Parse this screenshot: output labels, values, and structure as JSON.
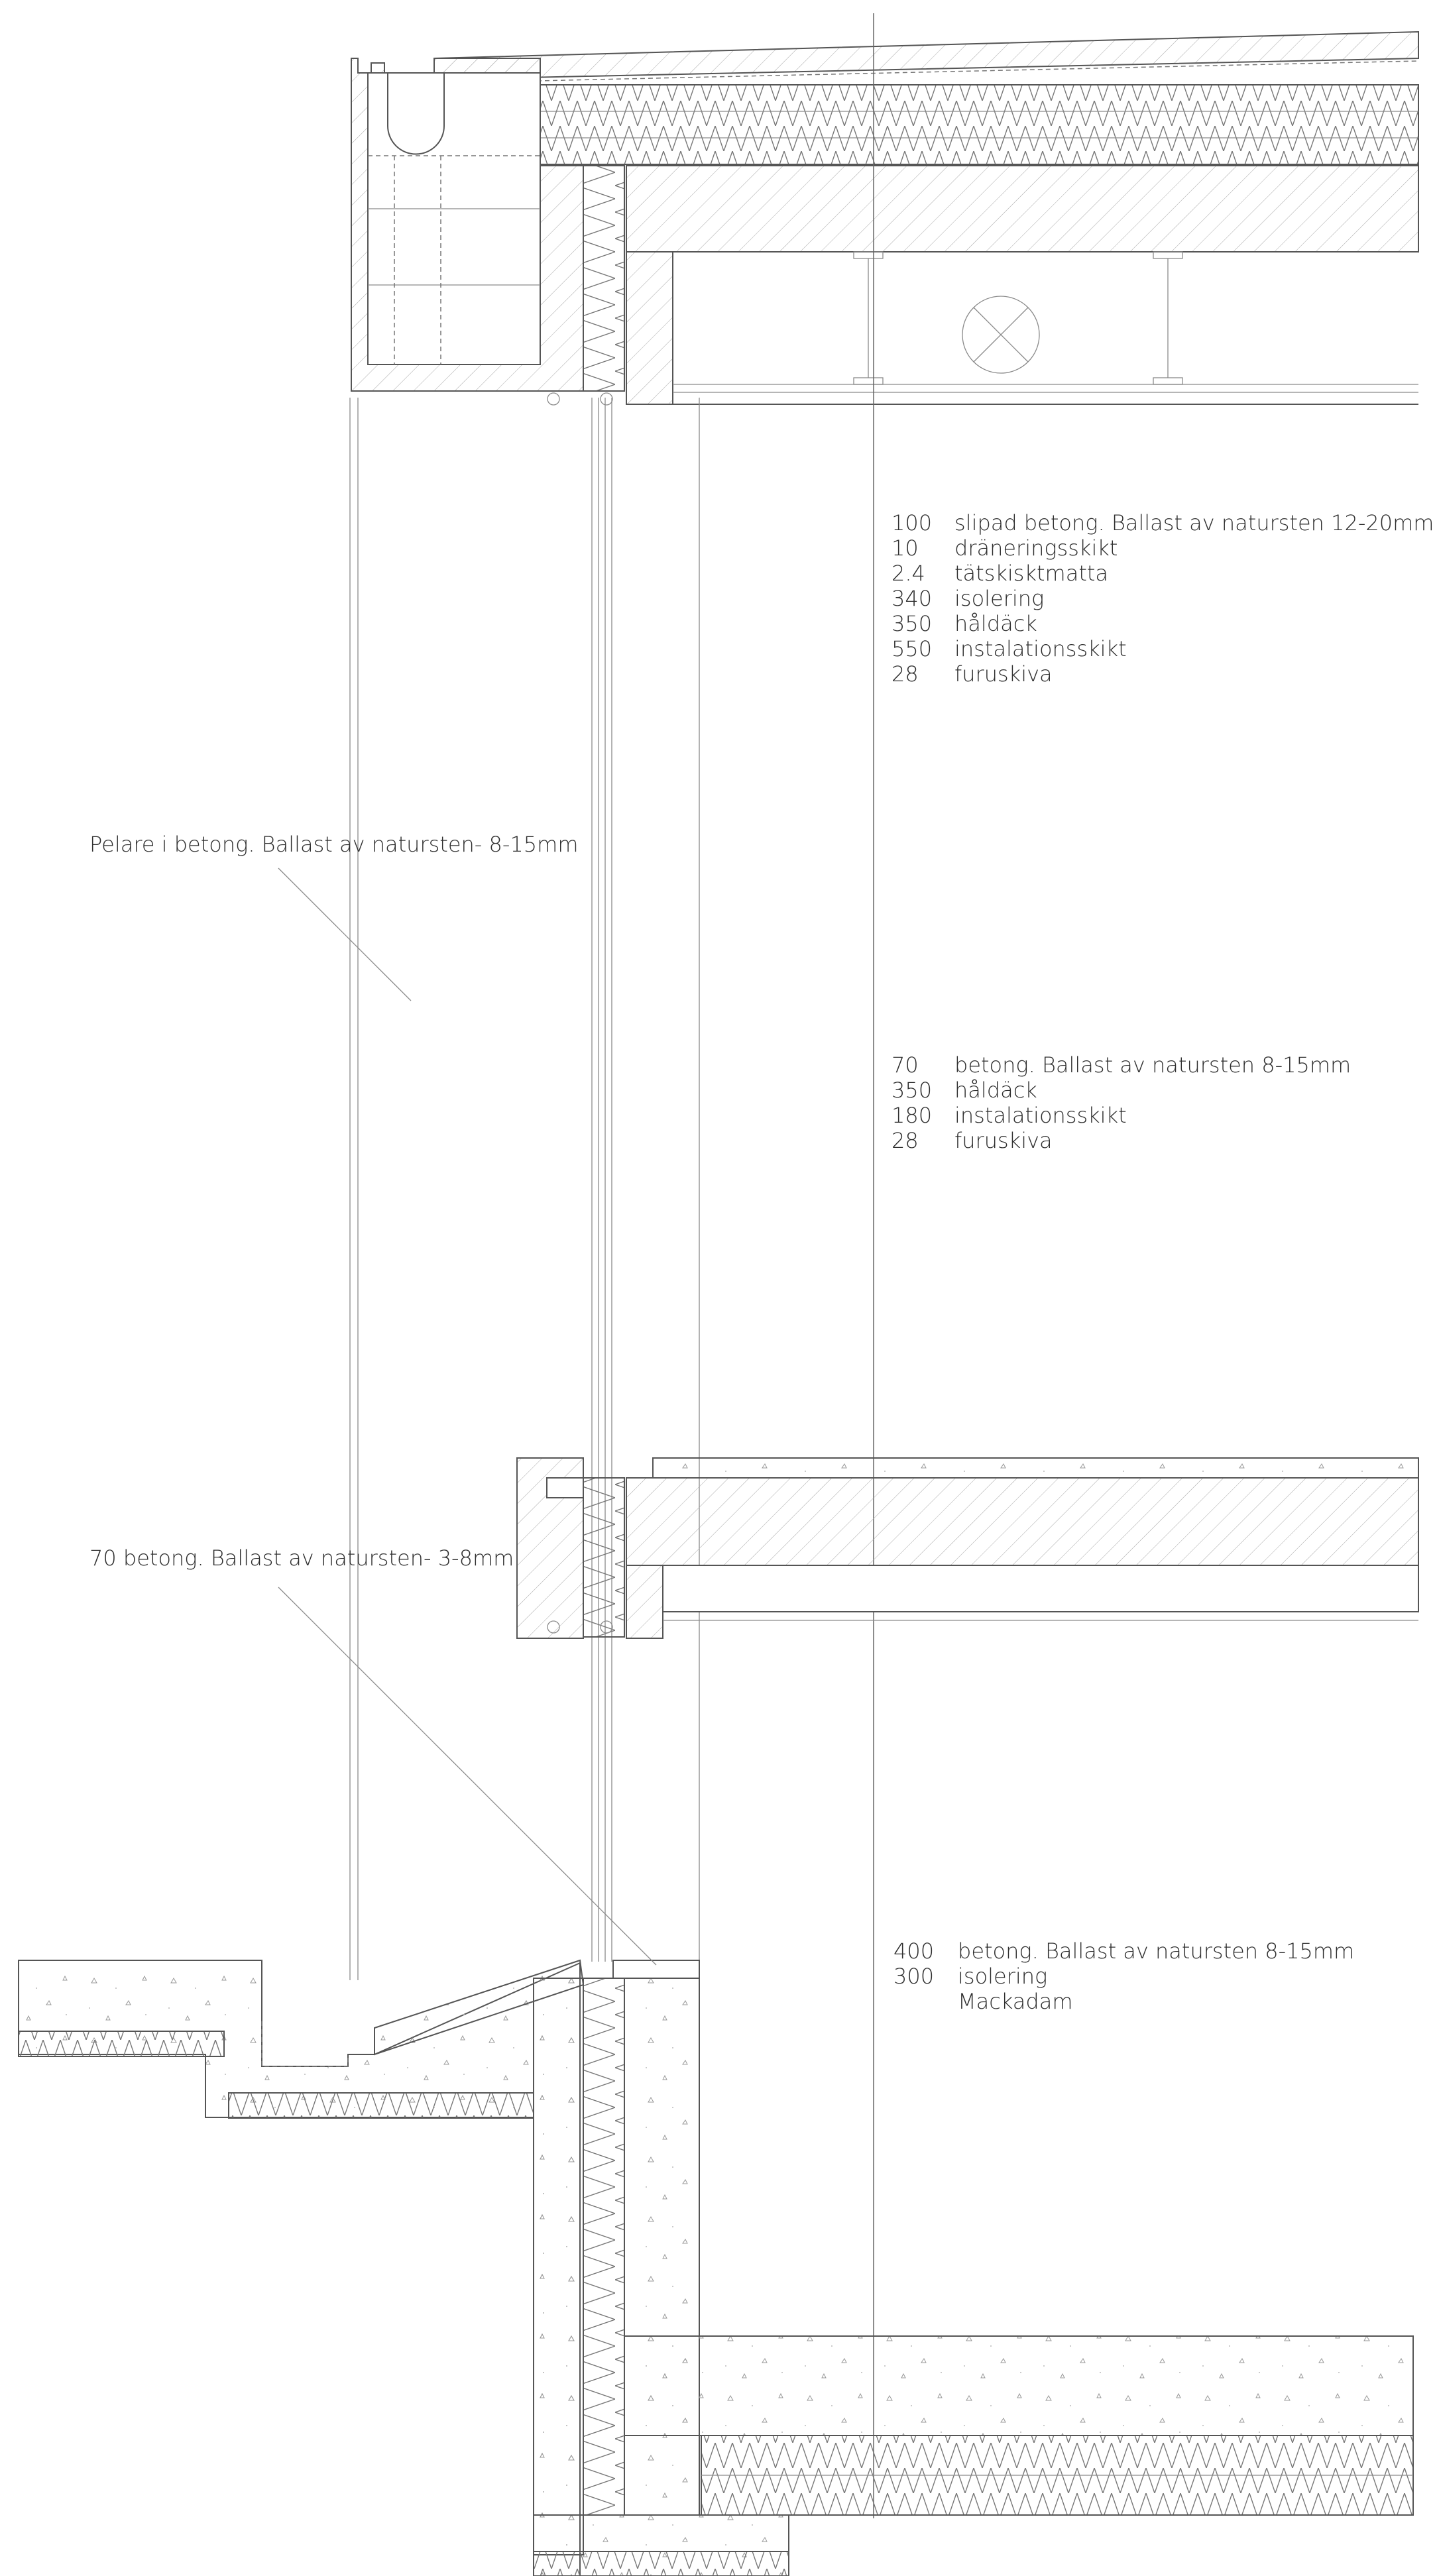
{
  "roof_spec": {
    "layers": [
      {
        "thickness": "100",
        "material": "slipad betong. Ballast av natursten 12-20mm"
      },
      {
        "thickness": "10",
        "material": "dräneringsskikt"
      },
      {
        "thickness": "2.4",
        "material": "tätskisktmatta"
      },
      {
        "thickness": "340",
        "material": "isolering"
      },
      {
        "thickness": "350",
        "material": "håldäck"
      },
      {
        "thickness": "550",
        "material": "instalationsskikt"
      },
      {
        "thickness": "28",
        "material": "furuskiva"
      }
    ]
  },
  "floor_spec": {
    "layers": [
      {
        "thickness": "70",
        "material": "betong. Ballast av natursten 8-15mm"
      },
      {
        "thickness": "350",
        "material": "håldäck"
      },
      {
        "thickness": "180",
        "material": "instalationsskikt"
      },
      {
        "thickness": "28",
        "material": "furuskiva"
      }
    ]
  },
  "ground_spec": {
    "layers": [
      {
        "thickness": "400",
        "material": "betong. Ballast av natursten 8-15mm"
      },
      {
        "thickness": "300",
        "material": "isolering"
      },
      {
        "thickness": "",
        "material": "Mackadam"
      }
    ]
  },
  "annotations": {
    "column": "Pelare i betong. Ballast av natursten- 8-15mm",
    "plinth": "70 betong. Ballast av natursten- 3-8mm"
  },
  "colors": {
    "line": "#555555",
    "hatch": "#9a9a9a",
    "text": "#2e2e2e"
  }
}
